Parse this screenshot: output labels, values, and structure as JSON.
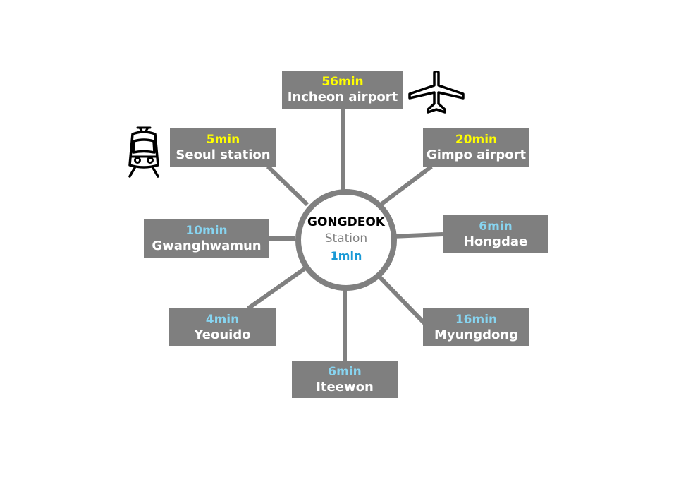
{
  "colors": {
    "box_bg": "#7f7f7f",
    "line": "#808080",
    "yellow_time": "#ffff00",
    "cyan_time": "#87d4f0",
    "hub_time": "#1a9ad6"
  },
  "hub": {
    "title": "GONGDEOK",
    "subtitle": "Station",
    "time": "1min"
  },
  "destinations": {
    "incheon": {
      "time": "56min",
      "name": "Incheon airport",
      "time_color": "#ffff00"
    },
    "seoul": {
      "time": "5min",
      "name": "Seoul station",
      "time_color": "#ffff00"
    },
    "gimpo": {
      "time": "20min",
      "name": "Gimpo airport",
      "time_color": "#ffff00"
    },
    "gwanghwamun": {
      "time": "10min",
      "name": "Gwanghwamun",
      "time_color": "#87d4f0"
    },
    "hongdae": {
      "time": "6min",
      "name": "Hongdae",
      "time_color": "#87d4f0"
    },
    "yeouido": {
      "time": "4min",
      "name": "Yeouido",
      "time_color": "#87d4f0"
    },
    "myungdong": {
      "time": "16min",
      "name": "Myungdong",
      "time_color": "#87d4f0"
    },
    "itaewon": {
      "time": "6min",
      "name": "Iteewon",
      "time_color": "#87d4f0"
    }
  },
  "icons": {
    "plane": "airplane-icon",
    "train": "train-icon"
  }
}
